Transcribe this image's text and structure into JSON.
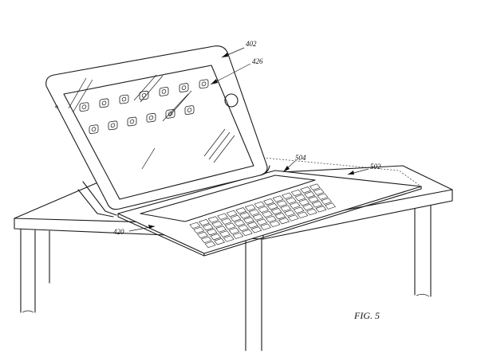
{
  "figure": {
    "caption": "FIG. 5",
    "reference_numerals": {
      "tablet": "402",
      "display_content": "426",
      "keyboard_cover": "502",
      "keyboard_region": "504",
      "hinge_fold": "420"
    }
  }
}
